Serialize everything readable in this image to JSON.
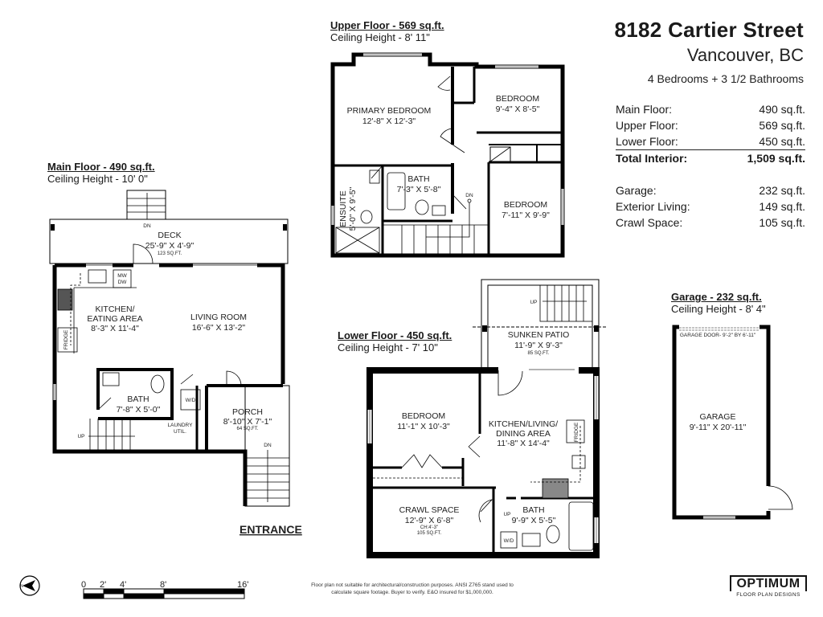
{
  "header": {
    "street": "8182 Cartier Street",
    "city": "Vancouver, BC",
    "summary": "4 Bedrooms + 3 1/2 Bathrooms"
  },
  "stats": {
    "rows": [
      {
        "label": "Main Floor:",
        "value": "490 sq.ft."
      },
      {
        "label": "Upper Floor:",
        "value": "569 sq.ft."
      },
      {
        "label": "Lower Floor:",
        "value": "450 sq.ft."
      },
      {
        "label": "Total Interior:",
        "value": "1,509 sq.ft."
      }
    ],
    "extra": [
      {
        "label": "Garage:",
        "value": "232 sq.ft."
      },
      {
        "label": "Exterior Living:",
        "value": "149 sq.ft."
      },
      {
        "label": "Crawl Space:",
        "value": "105 sq.ft."
      }
    ]
  },
  "floors": {
    "main": {
      "title": "Main Floor - 490 sq.ft.",
      "ceiling": "Ceiling Height - 10' 0\"",
      "rooms": {
        "deck": {
          "name": "DECK",
          "dim": "25'-9\" X 4'-9\"",
          "sq": "123 SQ.FT."
        },
        "kitchen": {
          "name1": "KITCHEN/",
          "name2": "EATING AREA",
          "dim": "8'-3\" X 11'-4\""
        },
        "living": {
          "name": "LIVING ROOM",
          "dim": "16'-6\" X 13'-2\""
        },
        "bath": {
          "name": "BATH",
          "dim": "7'-8\" X 5'-0\""
        },
        "porch": {
          "name": "PORCH",
          "dim": "8'-10\" X 7'-1\"",
          "sq": "64 SQ.FT."
        },
        "laundry": {
          "name1": "LAUNDRY",
          "name2": "UTIL."
        }
      },
      "labels": {
        "dn_top": "DN",
        "dn_porch": "DN",
        "up": "UP",
        "mw": "MW",
        "dw": "DW",
        "fridge": "FRIDGE",
        "wd": "W/D"
      },
      "entrance": "ENTRANCE"
    },
    "upper": {
      "title": "Upper Floor - 569 sq.ft.",
      "ceiling": "Ceiling Height - 8' 11\"",
      "rooms": {
        "primary": {
          "name": "PRIMARY BEDROOM",
          "dim": "12'-8\" X 12'-3\""
        },
        "bed2": {
          "name": "BEDROOM",
          "dim": "9'-4\" X 8'-5\""
        },
        "bed3": {
          "name": "BEDROOM",
          "dim": "7'-11\" X 9'-9\""
        },
        "bath": {
          "name": "BATH",
          "dim": "7'-3\" X 5'-8\""
        },
        "ensuite": {
          "name": "ENSUITE",
          "dim": "5'-0\" X 9'-5\""
        }
      },
      "labels": {
        "dn": "DN"
      }
    },
    "lower": {
      "title": "Lower Floor - 450 sq.ft.",
      "ceiling": "Ceiling Height - 7' 10\"",
      "rooms": {
        "patio": {
          "name": "SUNKEN PATIO",
          "dim": "11'-9\" X 9'-3\"",
          "sq": "85 SQ.FT."
        },
        "bedroom": {
          "name": "BEDROOM",
          "dim": "11'-1\" X 10'-3\""
        },
        "kitchen": {
          "name1": "KITCHEN/LIVING/",
          "name2": "DINING AREA",
          "dim": "11'-8\" X 14'-4\""
        },
        "crawl": {
          "name": "CRAWL SPACE",
          "dim": "12'-9\" X 6'-8\"",
          "ch": "CH:4'-3\"",
          "sq": "105 SQ.FT."
        },
        "bath": {
          "name": "BATH",
          "dim": "9'-9\" X 5'-5\""
        }
      },
      "labels": {
        "up_patio": "UP",
        "up": "UP",
        "fridge": "FRIDGE",
        "wd": "W/D"
      }
    },
    "garage": {
      "title": "Garage - 232 sq.ft.",
      "ceiling": "Ceiling Height - 8' 4\"",
      "door": "GARAGE DOOR- 9'-2\" BY 6'-11\"",
      "rooms": {
        "garage": {
          "name": "GARAGE",
          "dim": "9'-11\" X 20'-11\""
        }
      }
    }
  },
  "scale": {
    "ticks": [
      "0",
      "2'",
      "4'",
      "8'",
      "16'"
    ],
    "compass": "N"
  },
  "disclaimer": "Floor plan not suitable for architectural/construction purposes. ANSI Z765 stand used to calculate square footage. Buyer to verify.  E&O insured for $1,000,000.",
  "logo": {
    "name": "OPTIMUM",
    "sub": "FLOOR PLAN DESIGNS"
  }
}
